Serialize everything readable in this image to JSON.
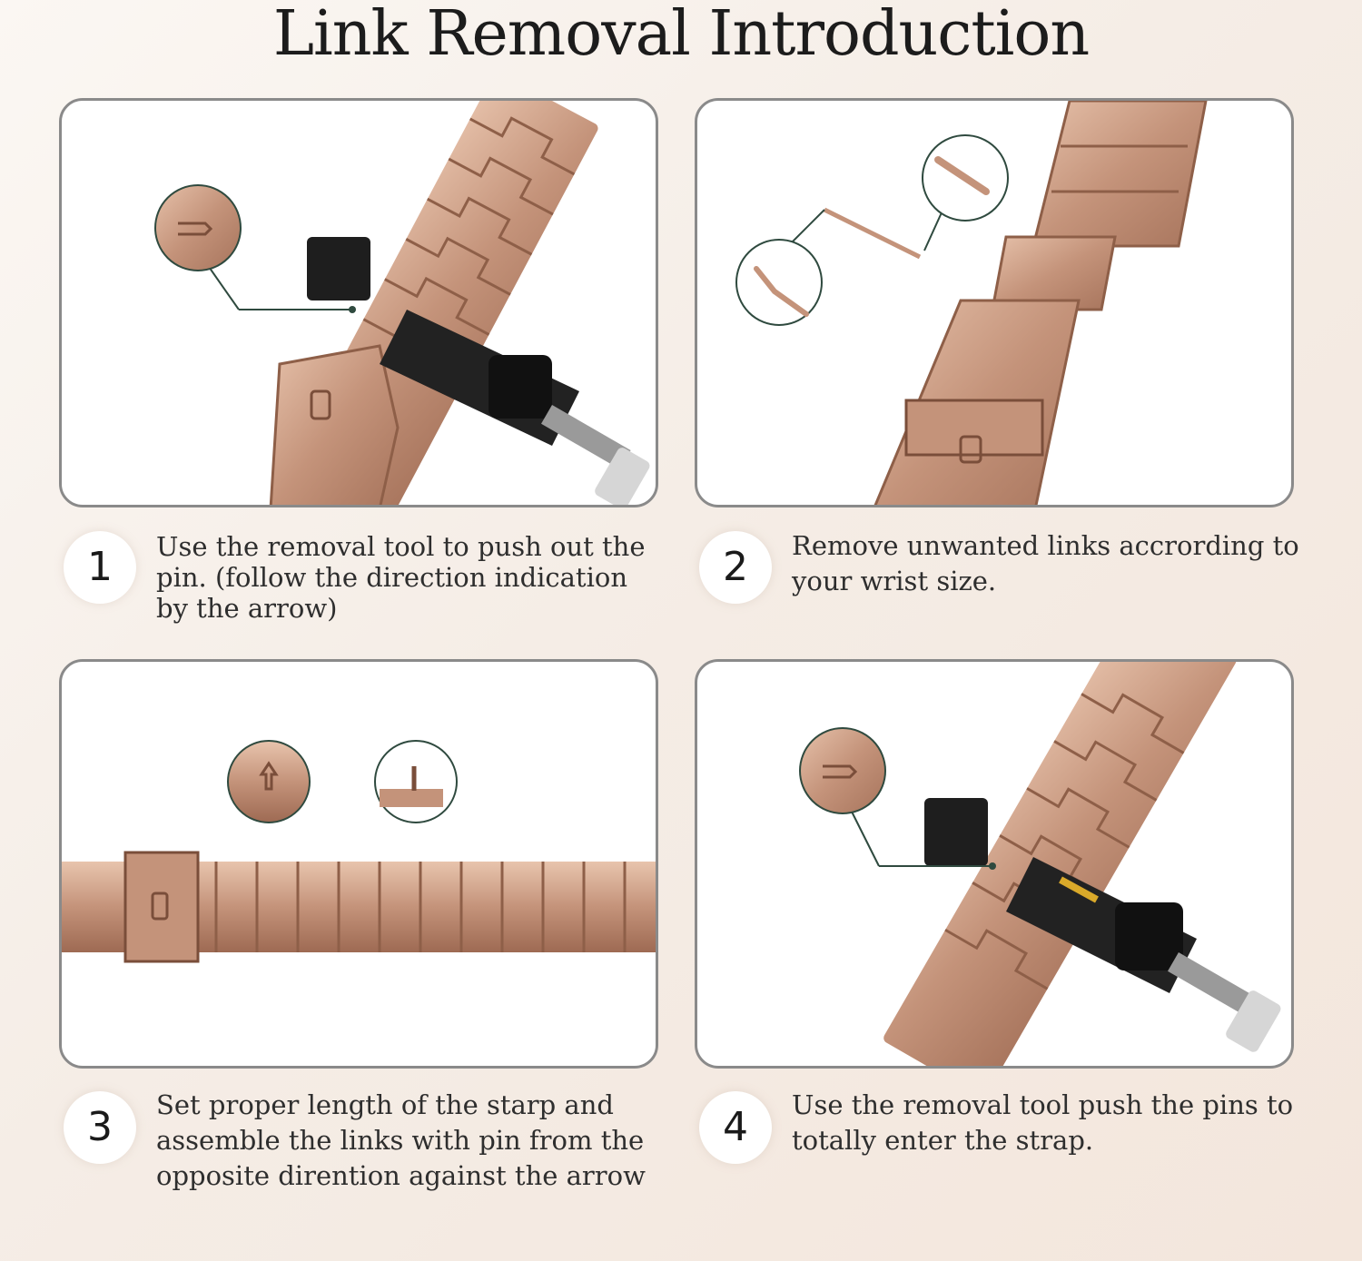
{
  "title": "Link Removal Introduction",
  "colors": {
    "rose_gold": "#c99a80",
    "tool_black": "#1e1e1e",
    "frame_border": "#8a8a8a",
    "callout_line": "#2f4a3f"
  },
  "steps": [
    {
      "number": "1",
      "text": "Use the removal tool to push out the pin. (follow the direction indication by the arrow)"
    },
    {
      "number": "2",
      "text": "Remove unwanted links accrording to your wrist size."
    },
    {
      "number": "3",
      "text": "Set proper length of the starp and assemble the links with pin from the opposite dirention against the arrow"
    },
    {
      "number": "4",
      "text": "Use the removal tool push the pins to totally enter the strap."
    }
  ]
}
